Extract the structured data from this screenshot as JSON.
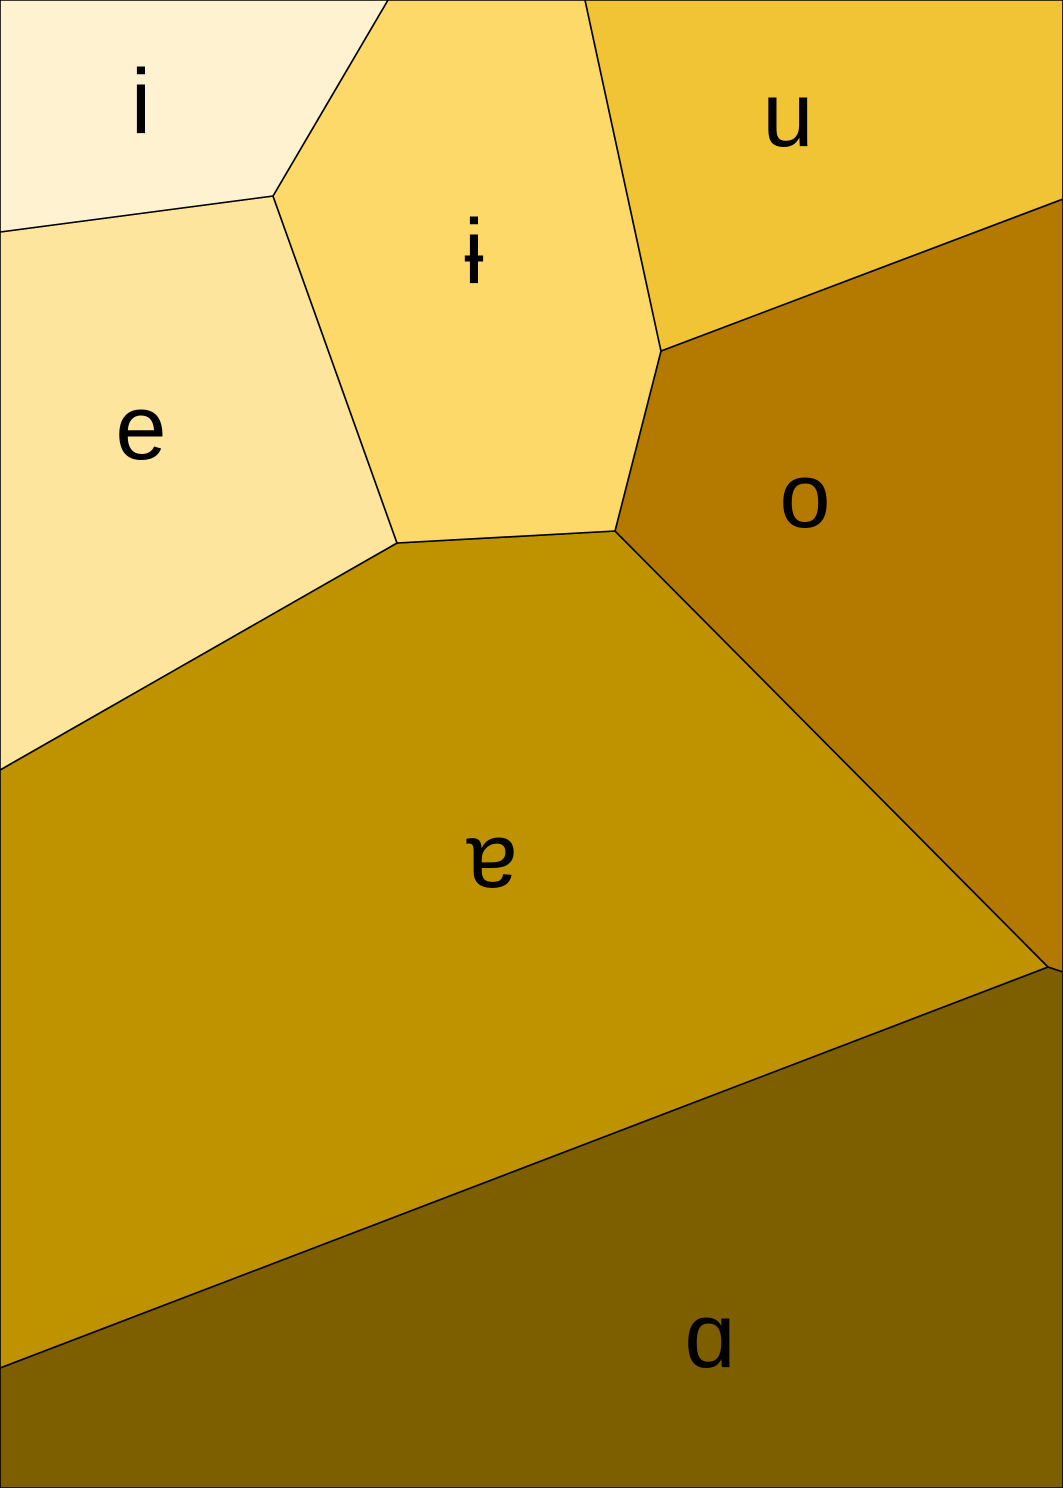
{
  "diagram": {
    "cells": [
      {
        "id": "i",
        "label": "i",
        "color": "#FFF2D0"
      },
      {
        "id": "barred-i",
        "label": "ɨ",
        "color": "#FCD969"
      },
      {
        "id": "u",
        "label": "u",
        "color": "#F0C434"
      },
      {
        "id": "e",
        "label": "e",
        "color": "#FDE59E"
      },
      {
        "id": "o",
        "label": "o",
        "color": "#B47A00"
      },
      {
        "id": "turned-a",
        "label": "ɐ",
        "color": "#BF9200"
      },
      {
        "id": "script-a",
        "label": "ɑ",
        "color": "#7D5F00"
      }
    ],
    "outline_color": "#000000"
  }
}
